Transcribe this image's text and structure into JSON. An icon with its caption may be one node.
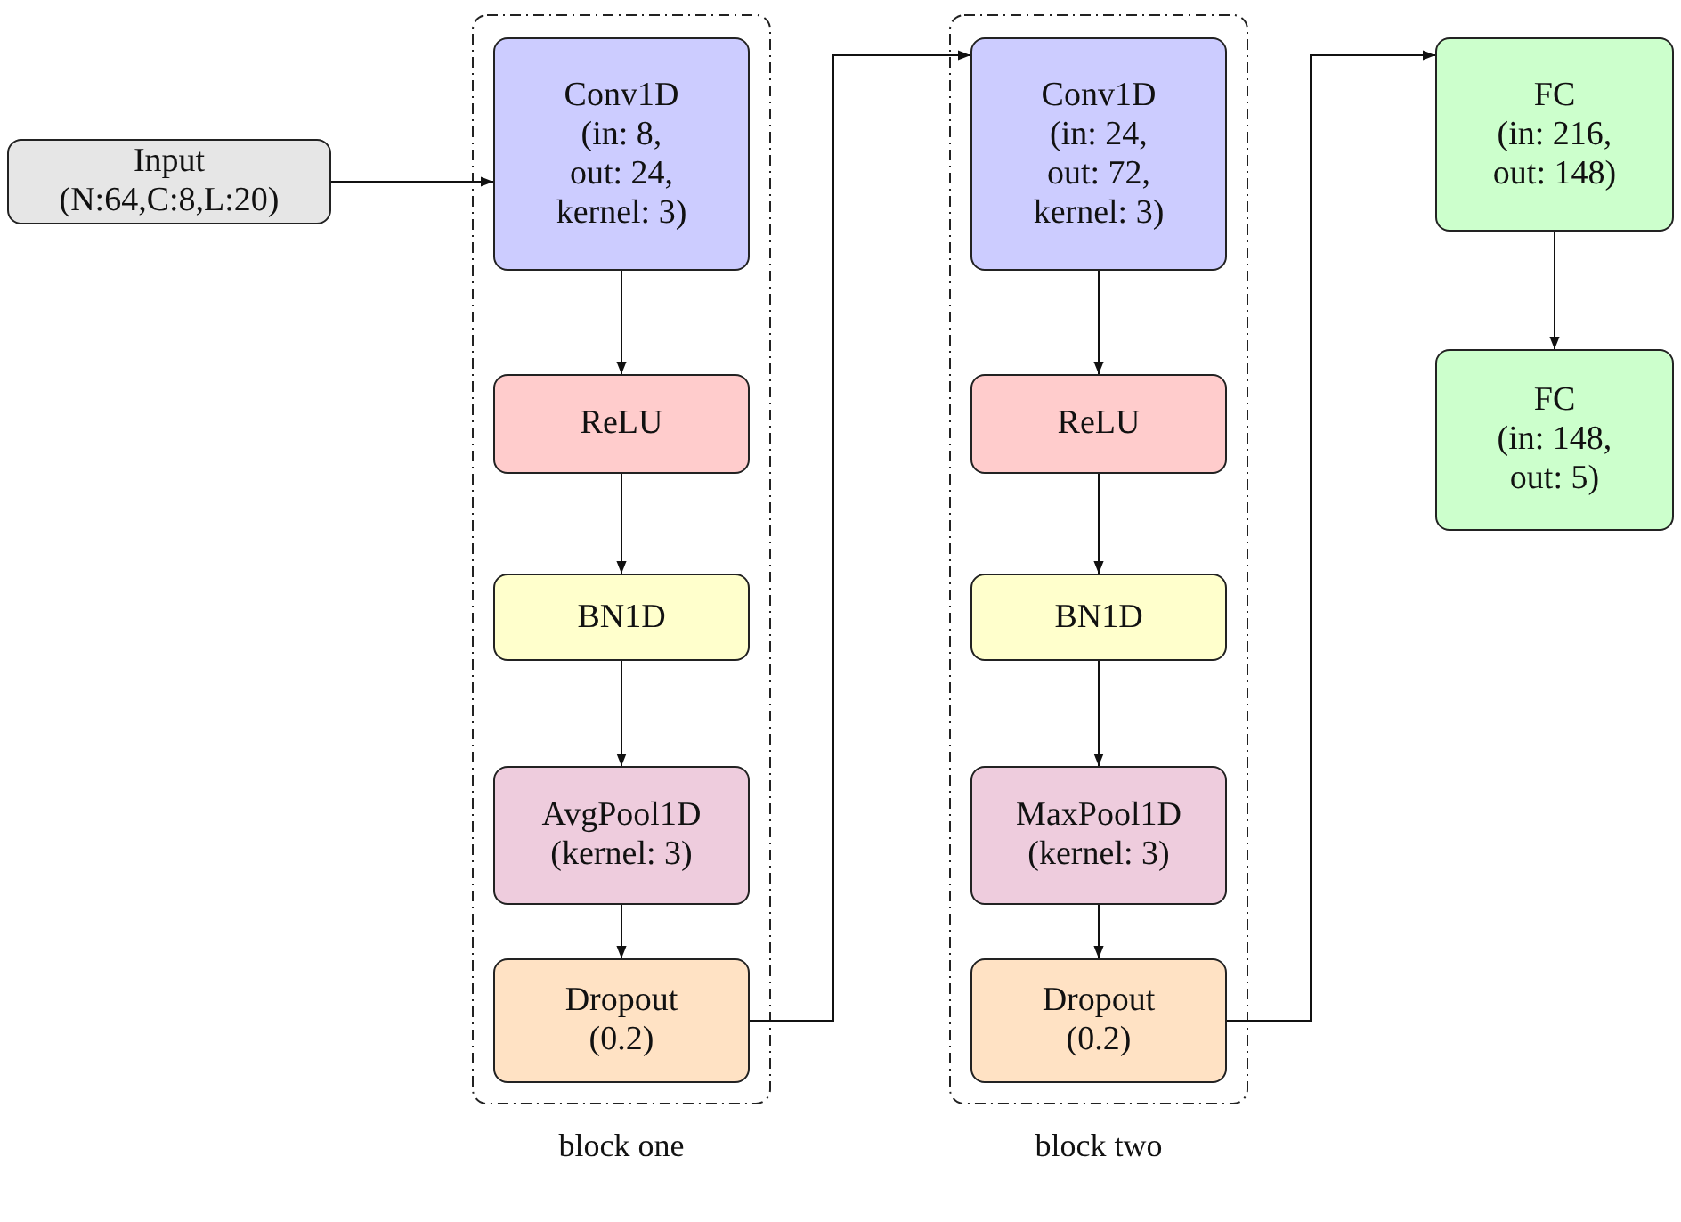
{
  "diagram": {
    "nodes": [
      {
        "text": [
          "Input",
          "(N:64,C:8,L:20)"
        ]
      },
      {
        "text": [
          "block one"
        ]
      },
      {
        "text": [
          "Conv1D",
          "(in: 8, out: 24, kernel: 3)"
        ],
        "in": 1
      },
      {
        "text": [
          "ReLU"
        ],
        "in": 1
      },
      {
        "text": [
          "BN1D"
        ],
        "in": 1
      },
      {
        "text": [
          "AvgPool1D",
          "(kernel: 3)"
        ],
        "in": 1
      },
      {
        "text": [
          "Dropout",
          "(0.2)"
        ],
        "in": 1
      },
      {
        "text": [
          "block two"
        ]
      },
      {
        "text": [
          "Conv1D",
          "(in: 24, out: 72, kernel: 3)"
        ],
        "in": 7
      },
      {
        "text": [
          "ReLU"
        ],
        "in": 7
      },
      {
        "text": [
          "BN1D"
        ],
        "in": 7
      },
      {
        "text": [
          "MaxPool1D",
          "(kernel: 3)"
        ],
        "in": 7
      },
      {
        "text": [
          "Dropout",
          "(0.2)"
        ],
        "in": 7
      },
      {
        "text": [
          "FC",
          "(in: 216, out: 148)"
        ]
      },
      {
        "text": [
          "FC",
          "(in: 148, out: 5)"
        ]
      }
    ],
    "edges": [
      {
        "from": 0,
        "to": 2,
        "arrow": "to"
      },
      {
        "from": 2,
        "to": 3,
        "arrow": "to"
      },
      {
        "from": 3,
        "to": 4,
        "arrow": "to"
      },
      {
        "from": 4,
        "to": 5,
        "arrow": "to"
      },
      {
        "from": 5,
        "to": 6,
        "arrow": "to"
      },
      {
        "from": 6,
        "to": 8,
        "arrow": "to"
      },
      {
        "from": 8,
        "to": 9,
        "arrow": "to"
      },
      {
        "from": 9,
        "to": 10,
        "arrow": "to"
      },
      {
        "from": 10,
        "to": 11,
        "arrow": "to"
      },
      {
        "from": 11,
        "to": 12,
        "arrow": "to"
      },
      {
        "from": 12,
        "to": 13,
        "arrow": "to"
      },
      {
        "from": 13,
        "to": 14,
        "arrow": "to"
      }
    ]
  }
}
